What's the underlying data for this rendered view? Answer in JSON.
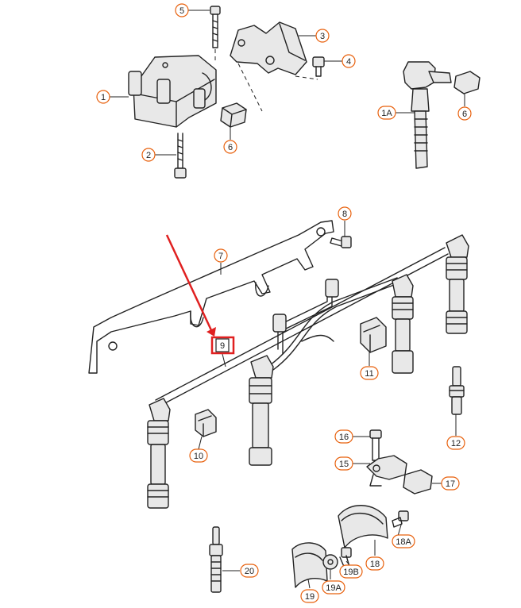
{
  "diagram": {
    "callouts": [
      {
        "id": "c1",
        "label": "1"
      },
      {
        "id": "c1A",
        "label": "1A"
      },
      {
        "id": "c2",
        "label": "2"
      },
      {
        "id": "c3",
        "label": "3"
      },
      {
        "id": "c4",
        "label": "4"
      },
      {
        "id": "c5",
        "label": "5"
      },
      {
        "id": "c6a",
        "label": "6"
      },
      {
        "id": "c6b",
        "label": "6"
      },
      {
        "id": "c7",
        "label": "7"
      },
      {
        "id": "c8",
        "label": "8"
      },
      {
        "id": "c9",
        "label": "9"
      },
      {
        "id": "c10",
        "label": "10"
      },
      {
        "id": "c11",
        "label": "11"
      },
      {
        "id": "c12",
        "label": "12"
      },
      {
        "id": "c15",
        "label": "15"
      },
      {
        "id": "c16",
        "label": "16"
      },
      {
        "id": "c17",
        "label": "17"
      },
      {
        "id": "c18",
        "label": "18"
      },
      {
        "id": "c18A",
        "label": "18A"
      },
      {
        "id": "c19",
        "label": "19"
      },
      {
        "id": "c19A",
        "label": "19A"
      },
      {
        "id": "c19B",
        "label": "19B"
      },
      {
        "id": "c20",
        "label": "20"
      }
    ],
    "highlighted_part": "9",
    "colors": {
      "callout": "#e8600c",
      "highlight": "#e02020",
      "line": "#222222"
    }
  }
}
